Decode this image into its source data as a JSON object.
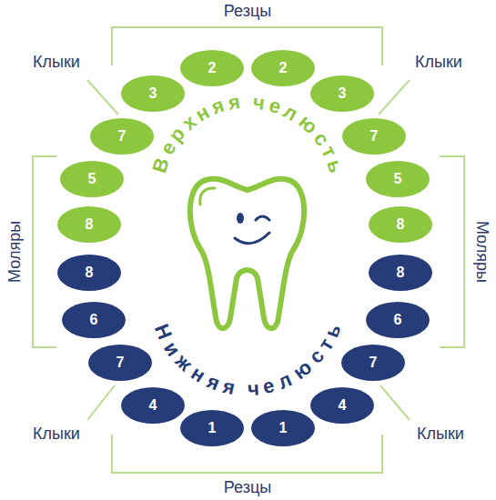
{
  "diagram": {
    "nodes": [
      {
        "text": [
          "2"
        ]
      },
      {
        "text": [
          "2"
        ]
      },
      {
        "text": [
          "3"
        ]
      },
      {
        "text": [
          "3"
        ]
      },
      {
        "text": [
          "7"
        ]
      },
      {
        "text": [
          "7"
        ]
      },
      {
        "text": [
          "5"
        ]
      },
      {
        "text": [
          "5"
        ]
      },
      {
        "text": [
          "8"
        ]
      },
      {
        "text": [
          "8"
        ]
      },
      {
        "text": [
          "8"
        ]
      },
      {
        "text": [
          "8"
        ]
      },
      {
        "text": [
          "6"
        ]
      },
      {
        "text": [
          "6"
        ]
      },
      {
        "text": [
          "7"
        ]
      },
      {
        "text": [
          "7"
        ]
      },
      {
        "text": [
          "4"
        ]
      },
      {
        "text": [
          "4"
        ]
      },
      {
        "text": [
          "1"
        ]
      },
      {
        "text": [
          "1"
        ]
      }
    ],
    "labels": [
      "Резцы",
      "Клыки",
      "Клыки",
      "Верхняя челюсть",
      "Моляры",
      "Моляры",
      "Нижняя челюсть",
      "Клыки",
      "Клыки",
      "Резцы"
    ]
  }
}
